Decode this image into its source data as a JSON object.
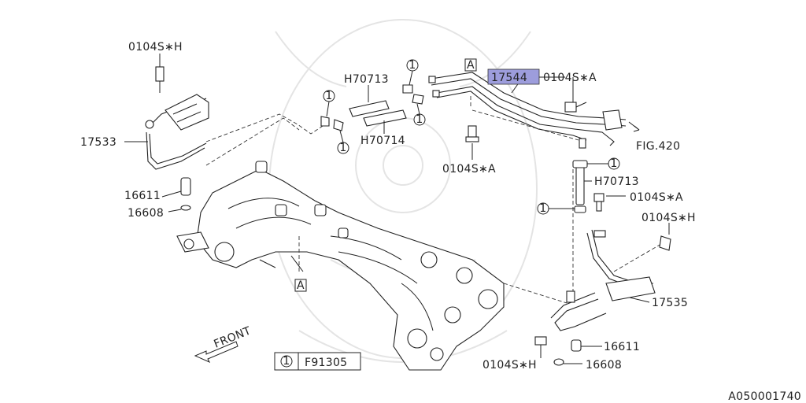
{
  "diagram": {
    "parts": {
      "p17544": "17544",
      "p17533": "17533",
      "p17535": "17535",
      "p16611_left": "16611",
      "p16608_left": "16608",
      "p16611_right": "16611",
      "p16608_right": "16608",
      "h70713_top": "H70713",
      "h70714": "H70714",
      "h70713_right": "H70713",
      "bolt_h_top_left": "0104S∗H",
      "bolt_a_top_right": "0104S∗A",
      "bolt_a_center": "0104S∗A",
      "bolt_a_right": "0104S∗A",
      "bolt_h_right": "0104S∗H",
      "bolt_h_bottom": "0104S∗H"
    },
    "refs": {
      "fig": "FIG.420",
      "marker_a_top": "A",
      "marker_a_bottom": "A",
      "front": "FRONT"
    },
    "legend": {
      "symbol": "1",
      "code": "F91305"
    },
    "circle_marks": [
      "1",
      "1",
      "1",
      "1",
      "1",
      "1",
      "1"
    ],
    "image_id": "A050001740",
    "colors": {
      "highlight": "#9d9ddc",
      "line": "#222222",
      "watermark": "#e4e4e4"
    }
  }
}
